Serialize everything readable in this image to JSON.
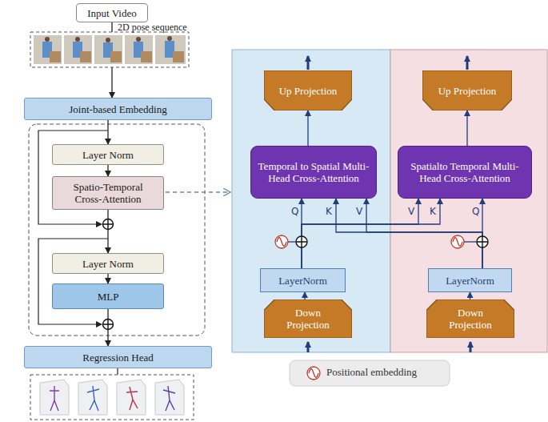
{
  "diagram": {
    "nodes": [
      {
        "text": [
          "Input Video"
        ]
      },
      {
        "text": [
          "Joint-based Embedding"
        ]
      },
      {
        "text": [
          "Layer Norm"
        ]
      },
      {
        "text": [
          "Spatio-Temporal Cross-Attention"
        ]
      },
      {
        "text": [
          "Layer Norm"
        ]
      },
      {
        "text": [
          "MLP"
        ]
      },
      {
        "text": [
          "Regression Head"
        ]
      },
      {
        "text": [
          "Up Projection"
        ]
      },
      {
        "text": [
          "Temporal to Spatial Multi-Head Cross-Attention"
        ]
      },
      {
        "text": [
          "LayerNorm"
        ]
      },
      {
        "text": [
          "Down Projection"
        ]
      },
      {
        "text": [
          "Up Projection"
        ]
      },
      {
        "text": [
          "Spatialto Temporal Multi-Head Cross-Attention"
        ]
      },
      {
        "text": [
          "LayerNorm"
        ]
      },
      {
        "text": [
          "Down Projection"
        ]
      }
    ],
    "edges": [
      {
        "from": 0,
        "to": 1,
        "arrow": "to"
      },
      {
        "from": 1,
        "to": 2,
        "arrow": "to"
      },
      {
        "from": 2,
        "to": 3,
        "arrow": "to"
      },
      {
        "from": 3,
        "to": 4,
        "arrow": "to"
      },
      {
        "from": 4,
        "to": 5,
        "arrow": "to"
      },
      {
        "from": 5,
        "to": 6,
        "arrow": "to"
      },
      {
        "from": 10,
        "to": 9,
        "arrow": "to"
      },
      {
        "from": 9,
        "to": 8,
        "label": "Q",
        "arrow": "to"
      },
      {
        "from": 13,
        "to": 8,
        "label": "K",
        "arrow": "to"
      },
      {
        "from": 13,
        "to": 8,
        "label": "V",
        "arrow": "to"
      },
      {
        "from": 8,
        "to": 7,
        "arrow": "to"
      },
      {
        "from": 14,
        "to": 13,
        "arrow": "to"
      },
      {
        "from": 13,
        "to": 12,
        "label": "Q",
        "arrow": "to"
      },
      {
        "from": 9,
        "to": 12,
        "label": "V",
        "arrow": "to"
      },
      {
        "from": 9,
        "to": 12,
        "label": "K",
        "arrow": "to"
      },
      {
        "from": 12,
        "to": 11,
        "arrow": "to"
      }
    ],
    "labels": [
      "2D pose sequence"
    ],
    "legend": [
      {
        "text": "Positional embedding"
      }
    ]
  }
}
